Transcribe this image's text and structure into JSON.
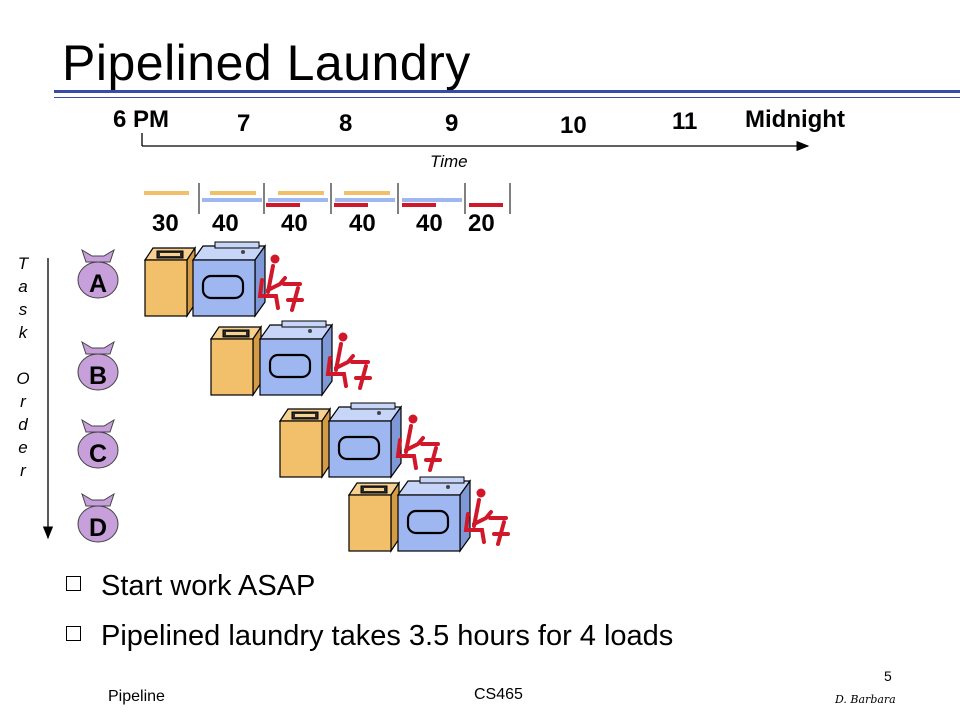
{
  "title": "Pipelined Laundry",
  "timeline": {
    "ticks": [
      "6 PM",
      "7",
      "8",
      "9",
      "10",
      "11",
      "Midnight"
    ],
    "axis_label": "Time",
    "durations": [
      "30",
      "40",
      "40",
      "40",
      "40",
      "20"
    ]
  },
  "task_order_label": [
    "T",
    "a",
    "s",
    "k",
    "",
    "O",
    "r",
    "d",
    "e",
    "r"
  ],
  "tasks": [
    "A",
    "B",
    "C",
    "D"
  ],
  "bullets": [
    "Start work ASAP",
    "Pipelined laundry takes 3.5 hours for 4 loads"
  ],
  "footer": {
    "left": "Pipeline",
    "center": "CS465",
    "page_number": "5",
    "author": "D. Barbara"
  },
  "colors": {
    "title_rule": "#3a4aa8",
    "washer": "#f2bf6b",
    "dryer": "#9fb7f0",
    "folder": "#d0182a",
    "bag": "#c7a0db"
  }
}
